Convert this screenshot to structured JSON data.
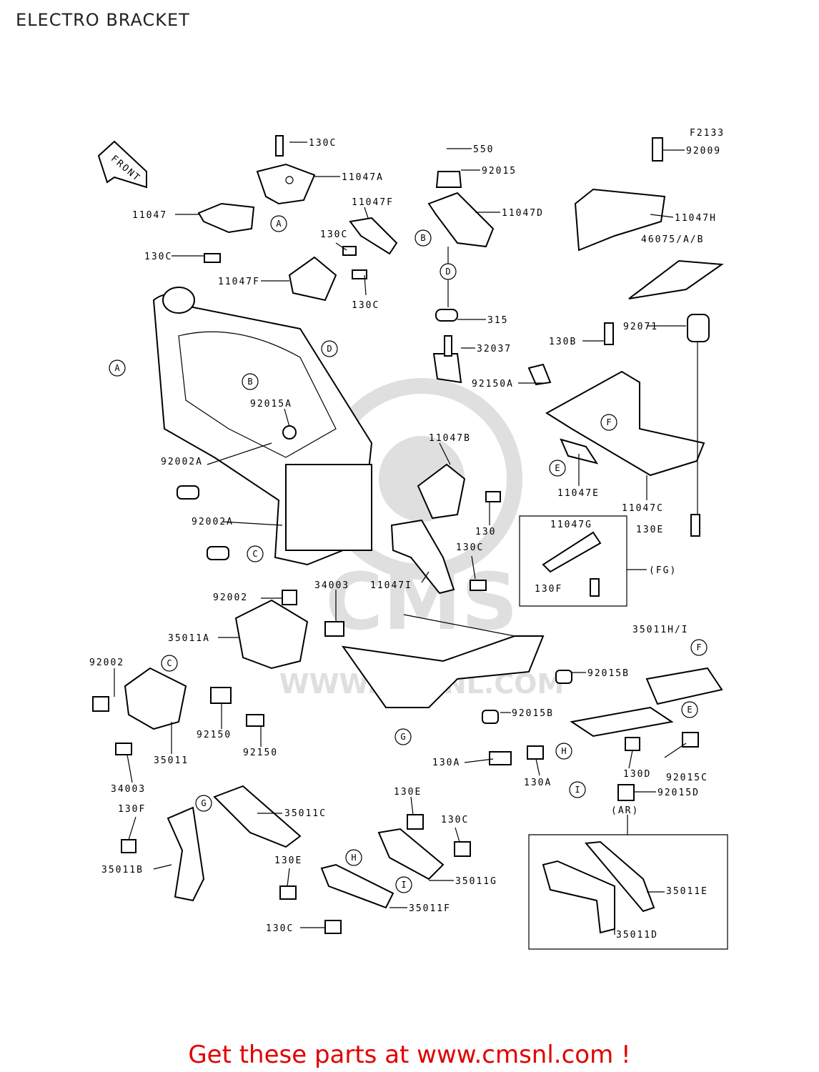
{
  "page": {
    "title": "ELECTRO BRACKET",
    "figure_code": "F2133"
  },
  "orientation": {
    "front_label": "FRONT"
  },
  "watermark": {
    "brand": "CMS",
    "url": "WWW.CMSNL.COM"
  },
  "parts": [
    "130C",
    "11047A",
    "11047",
    "130C",
    "11047F",
    "130C",
    "11047F",
    "130C",
    "550",
    "92015",
    "11047D",
    "315",
    "32037",
    "92009",
    "11047H",
    "46075/A/B",
    "92071",
    "130B",
    "92150A",
    "92015A",
    "92002A",
    "92002A",
    "11047B",
    "130",
    "130C",
    "11047I",
    "11047E",
    "11047C",
    "130E",
    "11047G",
    "130F",
    "(FG)",
    "92002",
    "34003",
    "35011A",
    "92002",
    "92150",
    "92150",
    "35011",
    "34003",
    "35011H/I",
    "92015B",
    "92015B",
    "130A",
    "130A",
    "130D",
    "92015C",
    "92015D",
    "(AR)",
    "130F",
    "35011C",
    "35011B",
    "130E",
    "130C",
    "35011G",
    "130E",
    "35011F",
    "130C",
    "35011E",
    "35011D"
  ],
  "callouts": [
    "A",
    "A",
    "B",
    "B",
    "C",
    "C",
    "D",
    "D",
    "E",
    "E",
    "F",
    "F",
    "G",
    "G",
    "H",
    "H",
    "I",
    "I"
  ],
  "footer": {
    "text": "Get these parts at www.cmsnl.com !",
    "color": "#e00000"
  }
}
